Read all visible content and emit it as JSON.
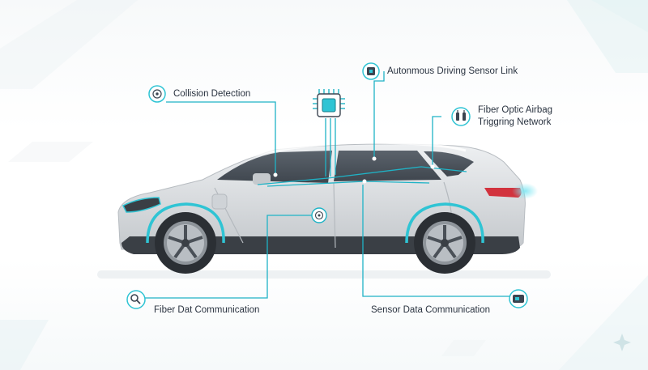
{
  "labels": {
    "collision_detection": "Collision Detection",
    "autonomous_link": "Autonmous Driving Sensor Link",
    "airbag_line1": "Fiber Optic Airbag",
    "airbag_line2": "Triggring Network",
    "fiber_comm": "Fiber Dat Communication",
    "sensor_comm": "Sensor Data Communication"
  },
  "icons": {
    "collision": "target-icon",
    "autonomous": "chip-icon",
    "airbag": "connector-icon",
    "fiber": "search-icon",
    "sensor": "sensor-module-icon",
    "hub": "processor-chip-icon",
    "door": "target-icon"
  },
  "colors": {
    "accent": "#2fc4d4",
    "line": "#1fb3c6",
    "body": "#d9dcdf",
    "window": "#4a525b",
    "tire": "#2b2f34",
    "text": "#2a3340"
  }
}
